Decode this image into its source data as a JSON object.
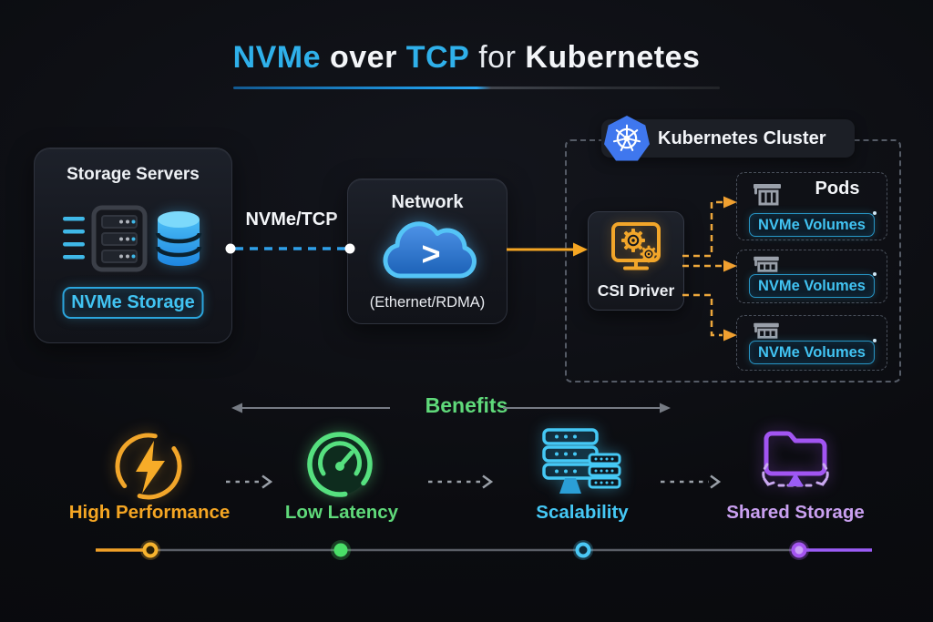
{
  "colors": {
    "accent-blue": "#2fb0ea",
    "cyan": "#41c3f2",
    "orange": "#f5a623",
    "green": "#5fd97a",
    "purple": "#a255f2",
    "lavender": "#c9a0f0"
  },
  "header": {
    "parts": [
      {
        "text": "NVMe"
      },
      {
        "text": " over "
      },
      {
        "text": "TCP"
      },
      {
        "text": " for "
      },
      {
        "text": "Kubernetes"
      }
    ]
  },
  "storage_panel": {
    "title": "Storage Servers",
    "badge": "NVMe Storage"
  },
  "link": {
    "label": "NVMe/TCP"
  },
  "network_panel": {
    "title": "Network",
    "subtitle": "(Ethernet/RDMA)"
  },
  "cluster": {
    "title": "Kubernetes Cluster",
    "csi_label": "CSI Driver",
    "pods": [
      {
        "title": "Pods",
        "volume": "NVMe Volumes"
      },
      {
        "volume": "NVMe Volumes"
      },
      {
        "volume": "NVMe Volumes"
      }
    ]
  },
  "benefits": {
    "title": "Benefits",
    "items": [
      {
        "label": "High Performance",
        "color": "#f5a623"
      },
      {
        "label": "Low Latency",
        "color": "#5fd97a"
      },
      {
        "label": "Scalability",
        "color": "#45c8f5"
      },
      {
        "label": "Shared Storage",
        "color": "#c9a0f0"
      }
    ]
  }
}
